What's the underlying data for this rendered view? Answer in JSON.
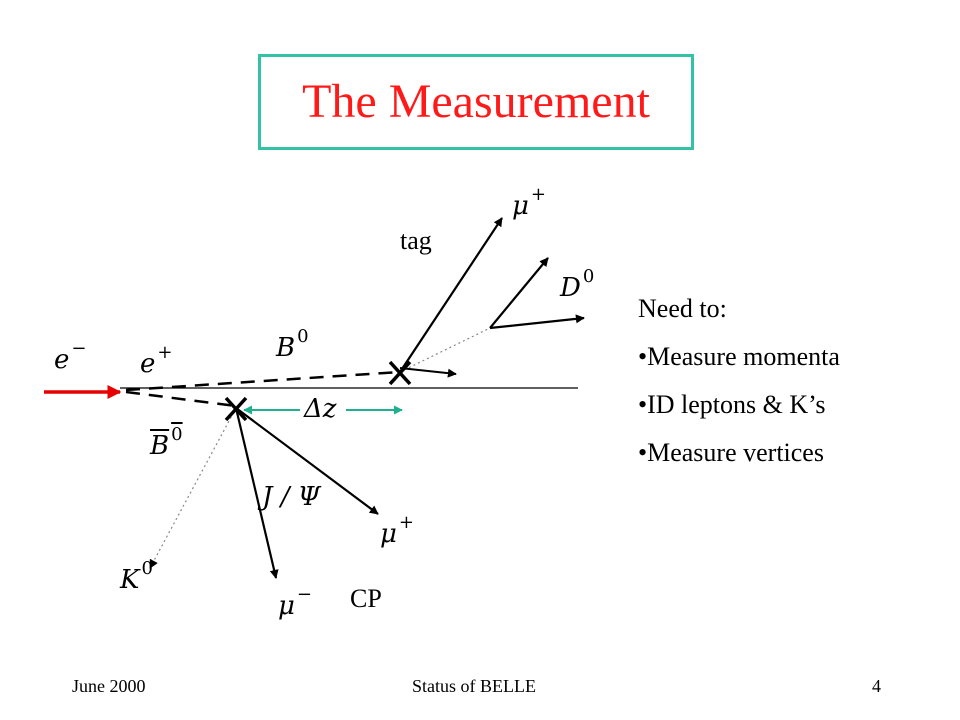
{
  "title": "The Measurement",
  "colors": {
    "title_text": "#ff1a1a",
    "title_border": "#33c2a6",
    "incoming_arrow": "#e60000",
    "delta_z_arrows": "#20b090"
  },
  "diagram": {
    "tag_label": "tag",
    "cp_label": "CP",
    "particles": {
      "e_minus": {
        "base": "e",
        "sup": "−"
      },
      "e_plus": {
        "base": "e",
        "sup": "+"
      },
      "b0": {
        "base": "B",
        "sup": "0"
      },
      "b0bar": {
        "base": "B",
        "sup": "0"
      },
      "d0": {
        "base": "D",
        "sup": "0"
      },
      "mu_plus_tag": {
        "base": "μ",
        "sup": "+"
      },
      "mu_plus_cp": {
        "base": "μ",
        "sup": "+"
      },
      "mu_minus": {
        "base": "μ",
        "sup": "−"
      },
      "k0": {
        "base": "K",
        "sup": "0"
      },
      "jpsi": "J / Ψ",
      "delta_z": "Δz"
    }
  },
  "bullets": {
    "heading": "Need to:",
    "items": [
      "•Measure momenta",
      "•ID leptons & K’s",
      "•Measure vertices"
    ]
  },
  "footer": {
    "left": "June 2000",
    "center": "Status of BELLE",
    "page": "4"
  }
}
